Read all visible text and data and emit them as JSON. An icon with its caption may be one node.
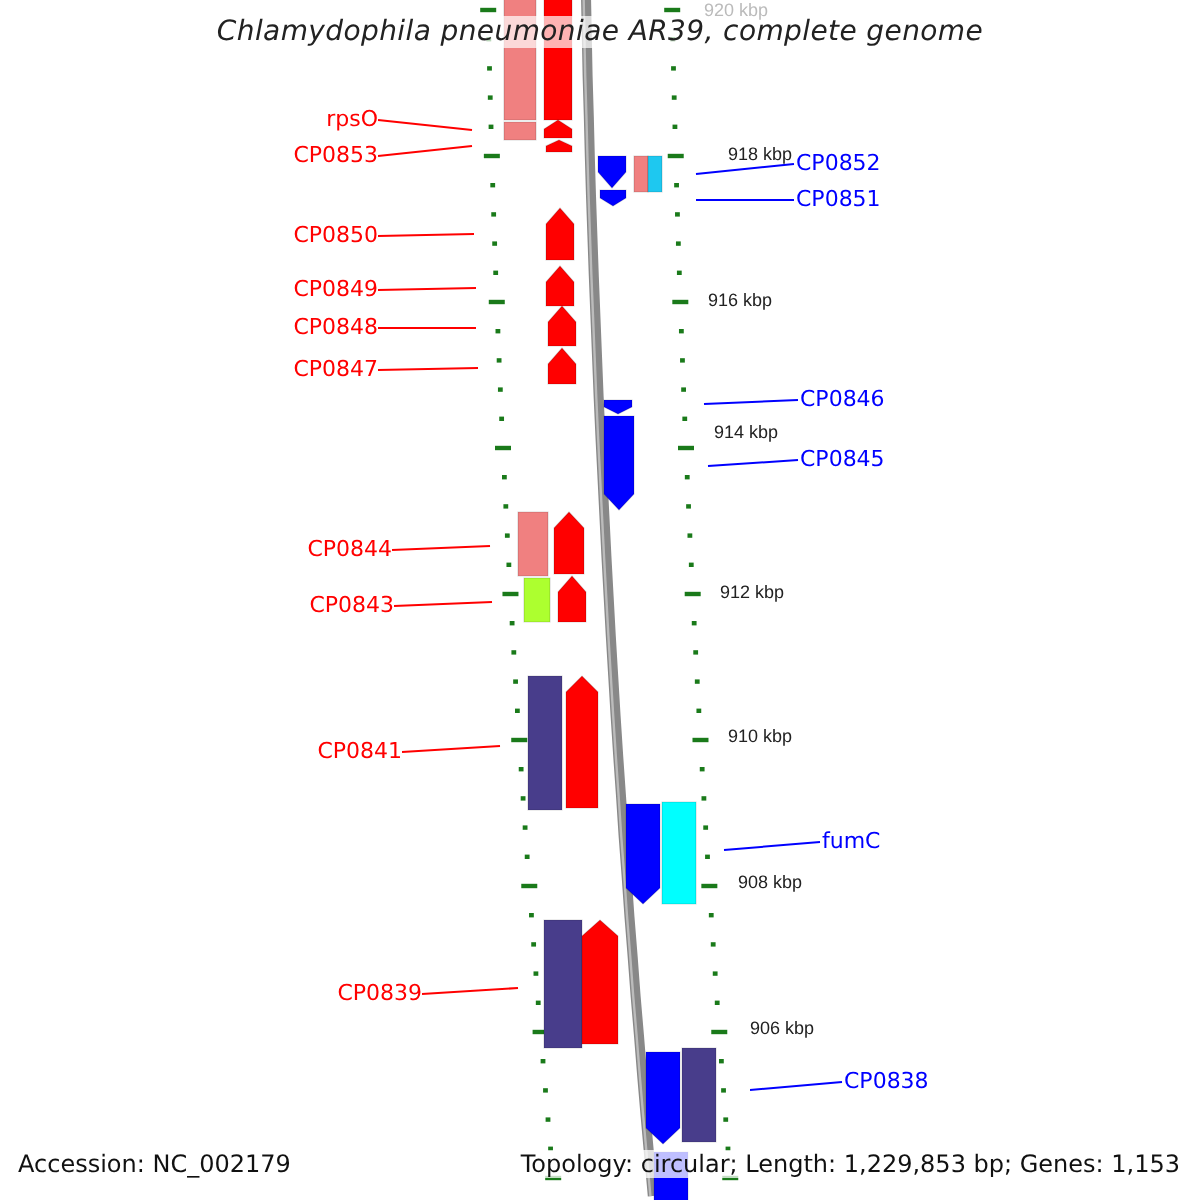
{
  "diagram": {
    "title": "Chlamydophila pneumoniae AR39, complete genome",
    "nodes": [
      {
        "text": [
          "rpsO"
        ]
      },
      {
        "text": [
          "CP0853"
        ]
      },
      {
        "text": [
          "CP0852"
        ]
      },
      {
        "text": [
          "CP0851"
        ]
      },
      {
        "text": [
          "CP0850"
        ]
      },
      {
        "text": [
          "CP0849"
        ]
      },
      {
        "text": [
          "CP0848"
        ]
      },
      {
        "text": [
          "CP0847"
        ]
      },
      {
        "text": [
          "CP0846"
        ]
      },
      {
        "text": [
          "CP0845"
        ]
      },
      {
        "text": [
          "CP0844"
        ]
      },
      {
        "text": [
          "CP0843"
        ]
      },
      {
        "text": [
          "CP0841"
        ]
      },
      {
        "text": [
          "fumC"
        ]
      },
      {
        "text": [
          "CP0839"
        ]
      },
      {
        "text": [
          "CP0838"
        ]
      }
    ],
    "edges": [
      {
        "from": 0,
        "to": null,
        "arrow": "none"
      },
      {
        "from": 1,
        "to": null,
        "arrow": "none"
      },
      {
        "from": 2,
        "to": null,
        "arrow": "none",
        "color": "#0000ff"
      },
      {
        "from": 3,
        "to": null,
        "arrow": "none",
        "color": "#0000ff"
      },
      {
        "from": 4,
        "to": null,
        "arrow": "none"
      },
      {
        "from": 5,
        "to": null,
        "arrow": "none"
      },
      {
        "from": 6,
        "to": null,
        "arrow": "none"
      },
      {
        "from": 7,
        "to": null,
        "arrow": "none"
      },
      {
        "from": 8,
        "to": null,
        "arrow": "none",
        "color": "#0000ff"
      },
      {
        "from": 9,
        "to": null,
        "arrow": "none",
        "color": "#0000ff"
      },
      {
        "from": 10,
        "to": null,
        "arrow": "none"
      },
      {
        "from": 11,
        "to": null,
        "arrow": "none"
      },
      {
        "from": 12,
        "to": null,
        "arrow": "none"
      },
      {
        "from": 13,
        "to": null,
        "arrow": "none",
        "color": "#0000ff"
      },
      {
        "from": 14,
        "to": null,
        "arrow": "none"
      },
      {
        "from": 15,
        "to": null,
        "arrow": "none",
        "color": "#0000ff"
      }
    ],
    "labels": [
      "920 kbp",
      "918 kbp",
      "916 kbp",
      "914 kbp",
      "912 kbp",
      "910 kbp",
      "908 kbp",
      "906 kbp",
      "Accession: NC_002179",
      "Topology: circular; Length: 1,229,853 bp; Genes: 1,153"
    ]
  }
}
